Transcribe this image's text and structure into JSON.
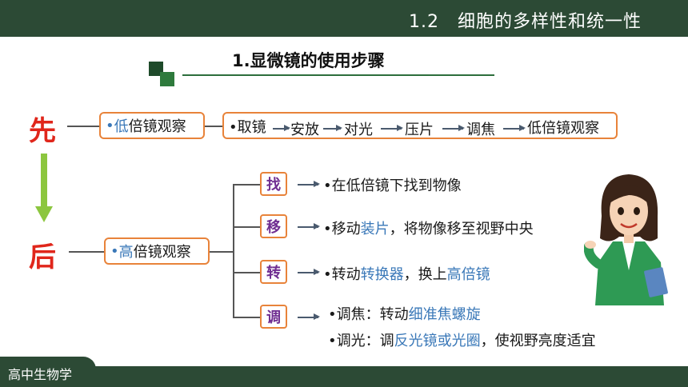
{
  "header": {
    "title": "1.2　细胞的多样性和统一性"
  },
  "footer": {
    "label": "高中生物学"
  },
  "section": {
    "title": "1.显微镜的使用步骤"
  },
  "order": {
    "first": "先",
    "then": "后"
  },
  "low_power": {
    "bullet": "•",
    "prefix": "低",
    "rest": "倍镜观察",
    "steps": [
      "•取镜",
      "安放",
      "对光",
      "压片",
      "调焦",
      "低倍镜观察"
    ]
  },
  "high_power": {
    "bullet": "•",
    "prefix": "高",
    "rest": "倍镜观察",
    "branches": [
      {
        "key": "找",
        "lines": [
          {
            "parts": [
              {
                "text": "•在低倍镜下找到物像",
                "hl": false
              }
            ]
          }
        ]
      },
      {
        "key": "移",
        "lines": [
          {
            "parts": [
              {
                "text": "•移动",
                "hl": false
              },
              {
                "text": "装片",
                "hl": true
              },
              {
                "text": "，将物像移至视野中央",
                "hl": false
              }
            ]
          }
        ]
      },
      {
        "key": "转",
        "lines": [
          {
            "parts": [
              {
                "text": "•转动",
                "hl": false
              },
              {
                "text": "转换器",
                "hl": true
              },
              {
                "text": "，换上",
                "hl": false
              },
              {
                "text": "高倍镜",
                "hl": true
              }
            ]
          }
        ]
      },
      {
        "key": "调",
        "lines": [
          {
            "parts": [
              {
                "text": "•调焦：转动",
                "hl": false
              },
              {
                "text": "细准焦螺旋",
                "hl": true
              }
            ]
          },
          {
            "parts": [
              {
                "text": "•调光：调",
                "hl": false
              },
              {
                "text": "反光镜或光圈",
                "hl": true
              },
              {
                "text": "，使视野亮度适宜",
                "hl": false
              }
            ]
          }
        ]
      }
    ]
  },
  "colors": {
    "header_bg": "#2c4a35",
    "accent_red": "#e0261b",
    "box_border": "#e8833a",
    "highlight_blue": "#3a78b8",
    "key_purple": "#6f2d91",
    "arrow_green": "#8cc63f"
  }
}
